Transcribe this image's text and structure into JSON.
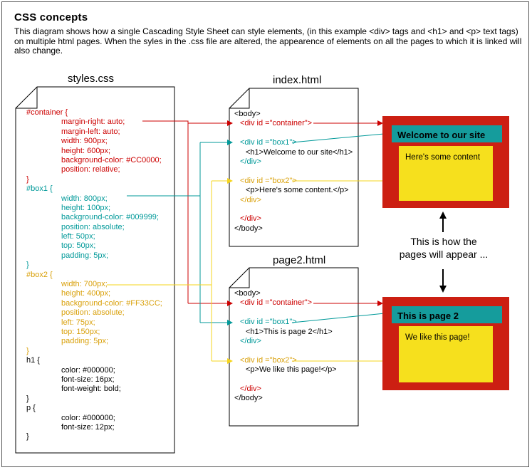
{
  "title": "CSS concepts",
  "description": "This diagram shows how a single Cascading Style Sheet can style elements, (in this example <div> tags and <h1> and <p> text tags) on multiple html pages. When the syles in the .css file are altered, the appearence of elements on all the pages to which it is linked will also change.",
  "css_file": {
    "name": "styles.css",
    "lines": [
      {
        "text": "#container {",
        "color": "red",
        "indent": false
      },
      {
        "text": "margin-right: auto;",
        "color": "red",
        "indent": true
      },
      {
        "text": "margin-left: auto;",
        "color": "red",
        "indent": true
      },
      {
        "text": "width: 900px;",
        "color": "red",
        "indent": true
      },
      {
        "text": "height: 600px;",
        "color": "red",
        "indent": true
      },
      {
        "text": "background-color: #CC0000;",
        "color": "red",
        "indent": true
      },
      {
        "text": "position: relative;",
        "color": "red",
        "indent": true
      },
      {
        "text": "}",
        "color": "red",
        "indent": false
      },
      {
        "text": "#box1 {",
        "color": "teal",
        "indent": false
      },
      {
        "text": "width: 800px;",
        "color": "teal",
        "indent": true
      },
      {
        "text": "height: 100px;",
        "color": "teal",
        "indent": true
      },
      {
        "text": "background-color: #009999;",
        "color": "teal",
        "indent": true
      },
      {
        "text": "position: absolute;",
        "color": "teal",
        "indent": true
      },
      {
        "text": "left: 50px;",
        "color": "teal",
        "indent": true
      },
      {
        "text": "top: 50px;",
        "color": "teal",
        "indent": true
      },
      {
        "text": "padding: 5px;",
        "color": "teal",
        "indent": true
      },
      {
        "text": "}",
        "color": "teal",
        "indent": false
      },
      {
        "text": "#box2 {",
        "color": "gold",
        "indent": false
      },
      {
        "text": "width: 700px;",
        "color": "gold",
        "indent": true
      },
      {
        "text": "height: 400px;",
        "color": "gold",
        "indent": true
      },
      {
        "text": "background-color: #FF33CC;",
        "color": "gold",
        "indent": true
      },
      {
        "text": "position: absolute;",
        "color": "gold",
        "indent": true
      },
      {
        "text": "left: 75px;",
        "color": "gold",
        "indent": true
      },
      {
        "text": "top: 150px;",
        "color": "gold",
        "indent": true
      },
      {
        "text": "padding: 5px;",
        "color": "gold",
        "indent": true
      },
      {
        "text": "}",
        "color": "gold",
        "indent": false
      },
      {
        "text": "h1 {",
        "color": "black",
        "indent": false
      },
      {
        "text": "color: #000000;",
        "color": "black",
        "indent": true
      },
      {
        "text": "font-size: 16px;",
        "color": "black",
        "indent": true
      },
      {
        "text": "font-weight: bold;",
        "color": "black",
        "indent": true
      },
      {
        "text": "}",
        "color": "black",
        "indent": false
      },
      {
        "text": "p {",
        "color": "black",
        "indent": false
      },
      {
        "text": "color: #000000;",
        "color": "black",
        "indent": true
      },
      {
        "text": "font-size: 12px;",
        "color": "black",
        "indent": true
      },
      {
        "text": "}",
        "color": "black",
        "indent": false
      }
    ]
  },
  "index_file": {
    "name": "index.html",
    "lines": [
      {
        "text": "<body>",
        "color": "black",
        "indent": 0
      },
      {
        "text": "<div id =\"container\">",
        "color": "red",
        "indent": 1
      },
      {
        "text": "",
        "color": "black",
        "indent": 0
      },
      {
        "text": "<div id =\"box1\">",
        "color": "teal",
        "indent": 1
      },
      {
        "text": "<h1>Welcome to our site</h1>",
        "color": "black",
        "indent": 2
      },
      {
        "text": "</div>",
        "color": "teal",
        "indent": 1
      },
      {
        "text": "",
        "color": "black",
        "indent": 0
      },
      {
        "text": "<div id =\"box2\">",
        "color": "gold",
        "indent": 1
      },
      {
        "text": "<p>Here's some content.</p>",
        "color": "black",
        "indent": 2
      },
      {
        "text": "</div>",
        "color": "gold",
        "indent": 1
      },
      {
        "text": "",
        "color": "black",
        "indent": 0
      },
      {
        "text": "</div>",
        "color": "red",
        "indent": 1
      },
      {
        "text": "</body>",
        "color": "black",
        "indent": 0
      }
    ]
  },
  "page2_file": {
    "name": "page2.html",
    "lines": [
      {
        "text": "<body>",
        "color": "black",
        "indent": 0
      },
      {
        "text": "<div id =\"container\">",
        "color": "red",
        "indent": 1
      },
      {
        "text": "",
        "color": "black",
        "indent": 0
      },
      {
        "text": "<div id =\"box1\">",
        "color": "teal",
        "indent": 1
      },
      {
        "text": "<h1>This is page 2</h1>",
        "color": "black",
        "indent": 2
      },
      {
        "text": "</div>",
        "color": "teal",
        "indent": 1
      },
      {
        "text": "",
        "color": "black",
        "indent": 0
      },
      {
        "text": "<div id =\"box2\">",
        "color": "gold",
        "indent": 1
      },
      {
        "text": "<p>We like this page!</p>",
        "color": "black",
        "indent": 2
      },
      {
        "text": "",
        "color": "black",
        "indent": 0
      },
      {
        "text": "</div>",
        "color": "red",
        "indent": 1
      },
      {
        "text": "</body>",
        "color": "black",
        "indent": 0
      }
    ]
  },
  "preview1": {
    "heading": "Welcome to our site",
    "content": "Here's some content"
  },
  "preview2": {
    "heading": "This is page 2",
    "content": "We like this page!"
  },
  "appear_note": "This is how the pages will appear ...",
  "colors": {
    "red": "#cc0000",
    "teal": "#009999",
    "gold": "#f6d51d",
    "container_bg": "#cc1f12",
    "box1_bg": "#159c9c",
    "box2_bg": "#f6e01d"
  }
}
